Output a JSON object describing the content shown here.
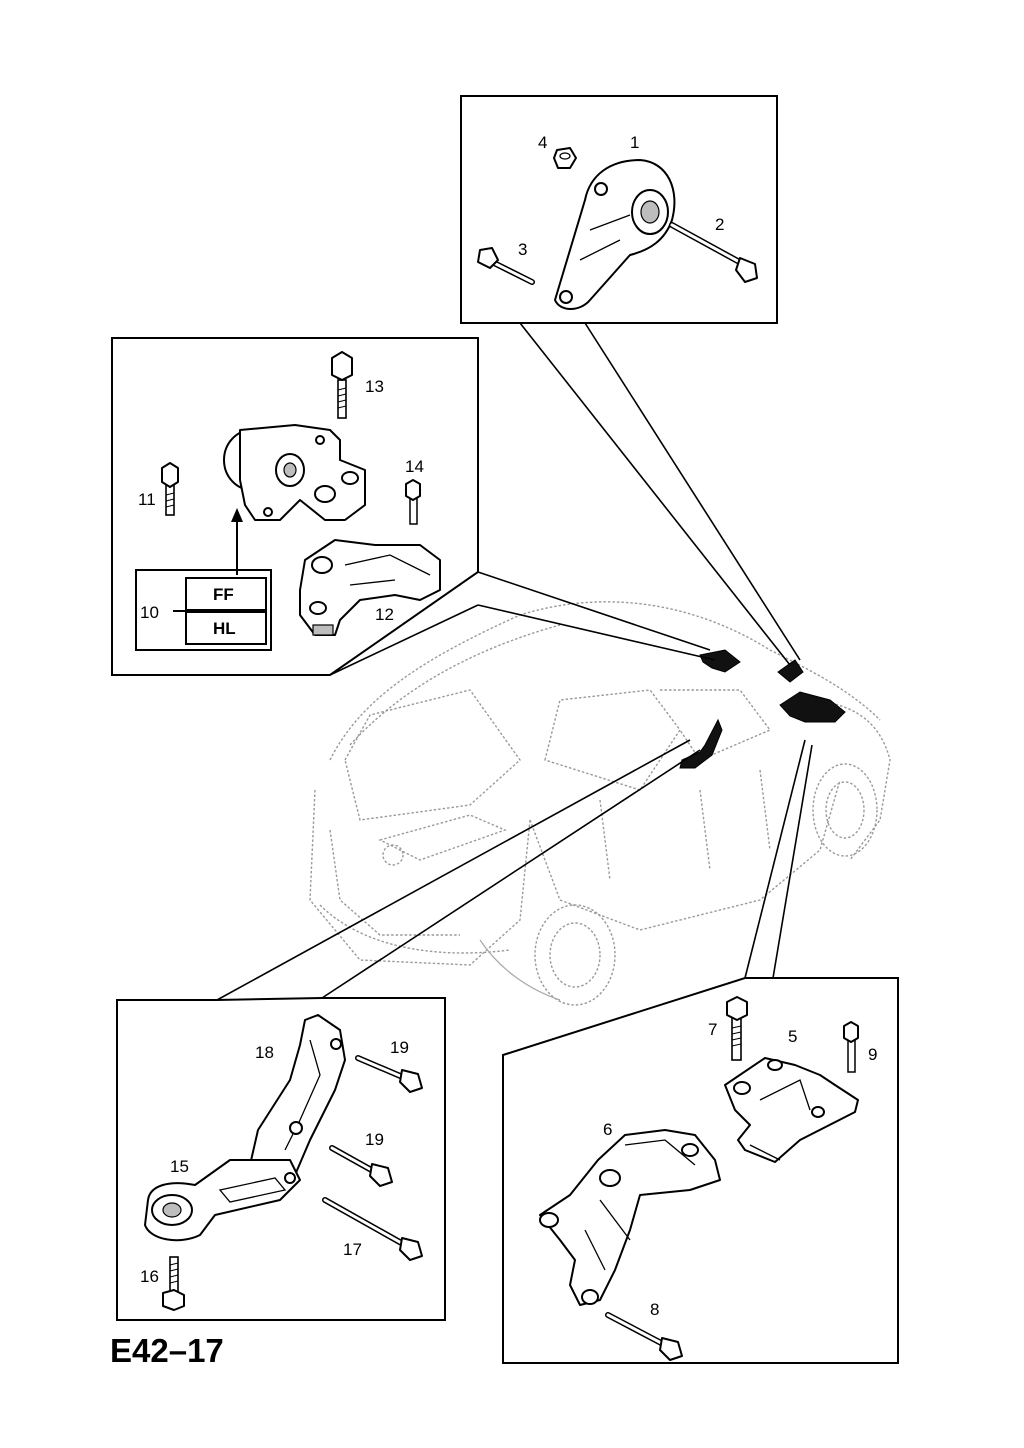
{
  "diagram_code": "E42–17",
  "variants": [
    "FF",
    "HL"
  ],
  "callouts": {
    "c1": "1",
    "c2": "2",
    "c3": "3",
    "c4": "4",
    "c5": "5",
    "c6": "6",
    "c7": "7",
    "c8": "8",
    "c9": "9",
    "c10": "10",
    "c11": "11",
    "c12": "12",
    "c13": "13",
    "c14": "14",
    "c15": "15",
    "c16": "16",
    "c17": "17",
    "c18": "18",
    "c19a": "19",
    "c19b": "19"
  }
}
